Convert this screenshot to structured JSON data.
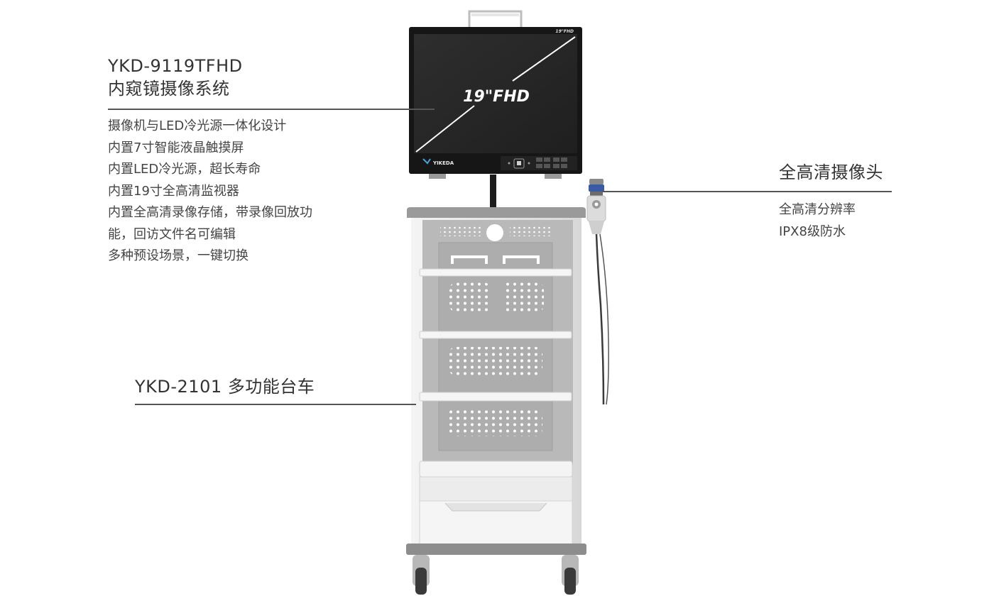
{
  "system": {
    "model": "YKD-9119TFHD",
    "name": "内窥镜摄像系统",
    "features": [
      "摄像机与LED冷光源一体化设计",
      "内置7寸智能液晶触摸屏",
      "内置LED冷光源，超长寿命",
      "内置19寸全高清监视器",
      "内置全高清录像存储，带录像回放功",
      "能，回访文件名可编辑",
      "多种预设场景，一键切换"
    ]
  },
  "camera": {
    "title": "全高清摄像头",
    "features": [
      "全高清分辨率",
      "IPX8级防水"
    ]
  },
  "cart": {
    "title": "YKD-2101 多功能台车"
  },
  "monitor": {
    "screen_label": "19\"FHD",
    "corner_label": "19\"FHD",
    "brand": "YIKEDA"
  },
  "colors": {
    "text": "#3a3a3a",
    "line": "#555555",
    "screen": "#2a2a2a"
  }
}
